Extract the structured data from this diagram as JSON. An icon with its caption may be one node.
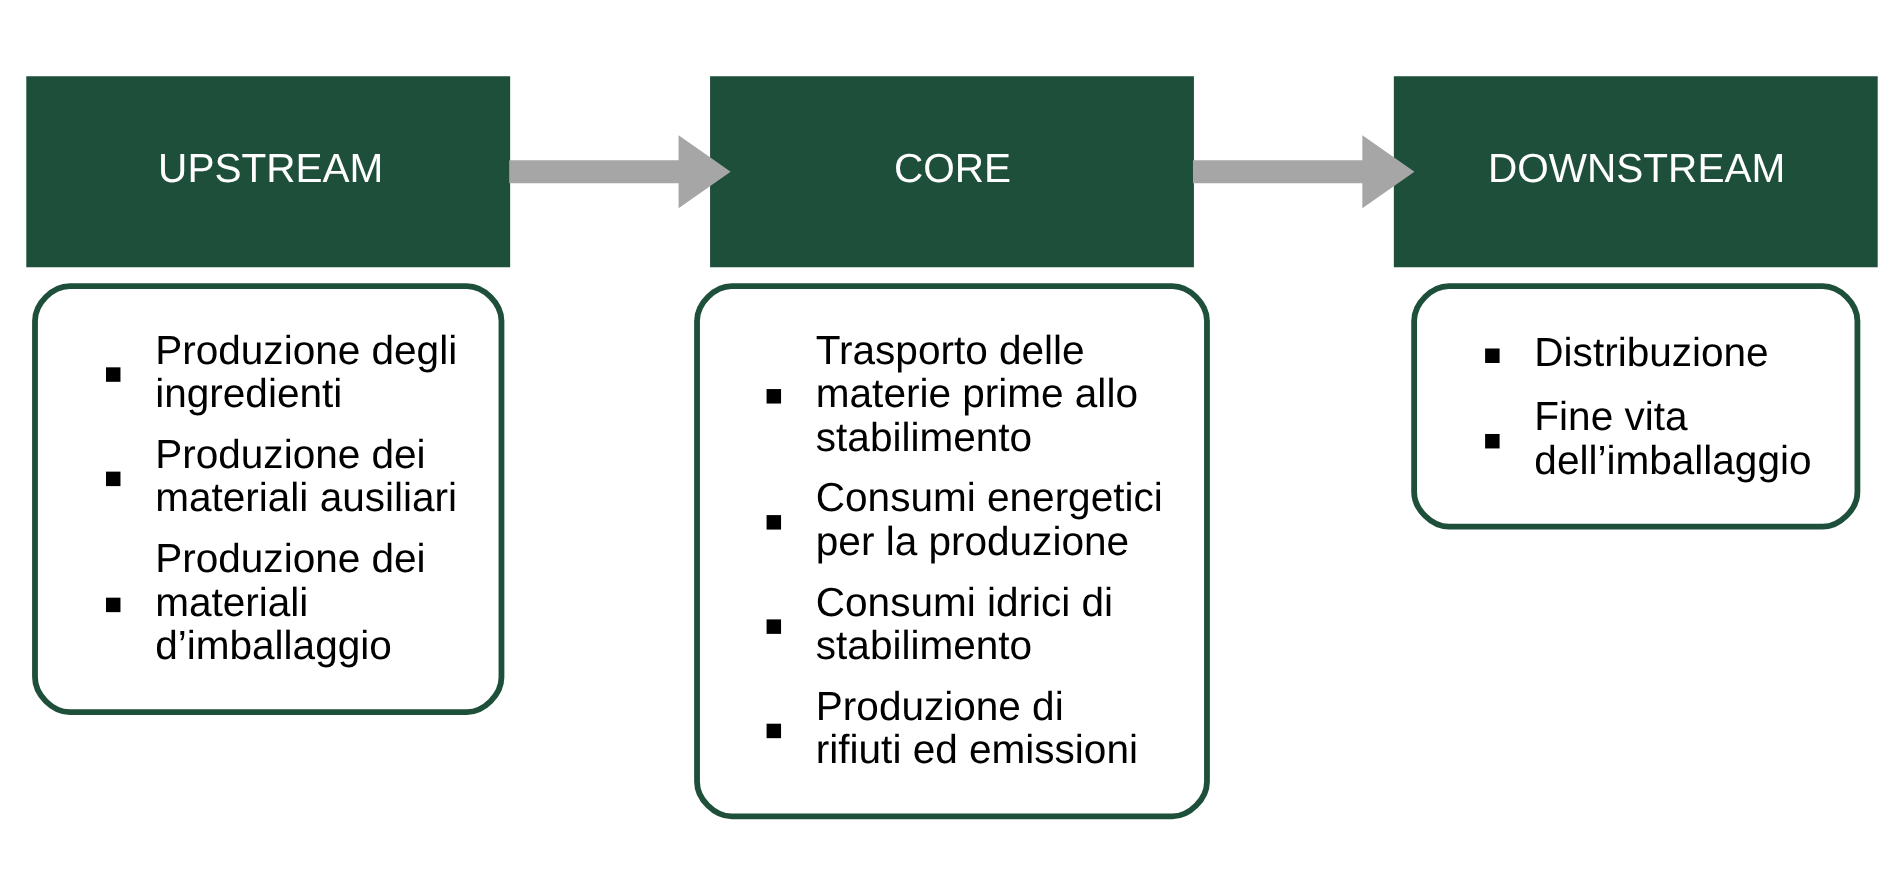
{
  "diagram": {
    "nodes": [
      {
        "text": [
          "UPSTREAM"
        ]
      },
      {
        "text": [
          "Produzione degli ingredienti",
          "Produzione dei materiali ausiliari",
          "Produzione dei materiali d’imballaggio"
        ]
      },
      {
        "text": [
          "CORE"
        ]
      },
      {
        "text": [
          "Trasporto delle materie prime allo stabilimento",
          "Consumi energetici per la produzione",
          "Consumi idrici di stabilimento",
          "Produzione di rifiuti ed emissioni"
        ]
      },
      {
        "text": [
          "DOWNSTREAM"
        ]
      },
      {
        "text": [
          "Distribuzione",
          "Fine vita dell’imballaggio"
        ]
      }
    ],
    "edges": [
      {
        "from": 0,
        "to": 2,
        "arrow": "to"
      },
      {
        "from": 2,
        "to": 4,
        "arrow": "to"
      }
    ]
  }
}
